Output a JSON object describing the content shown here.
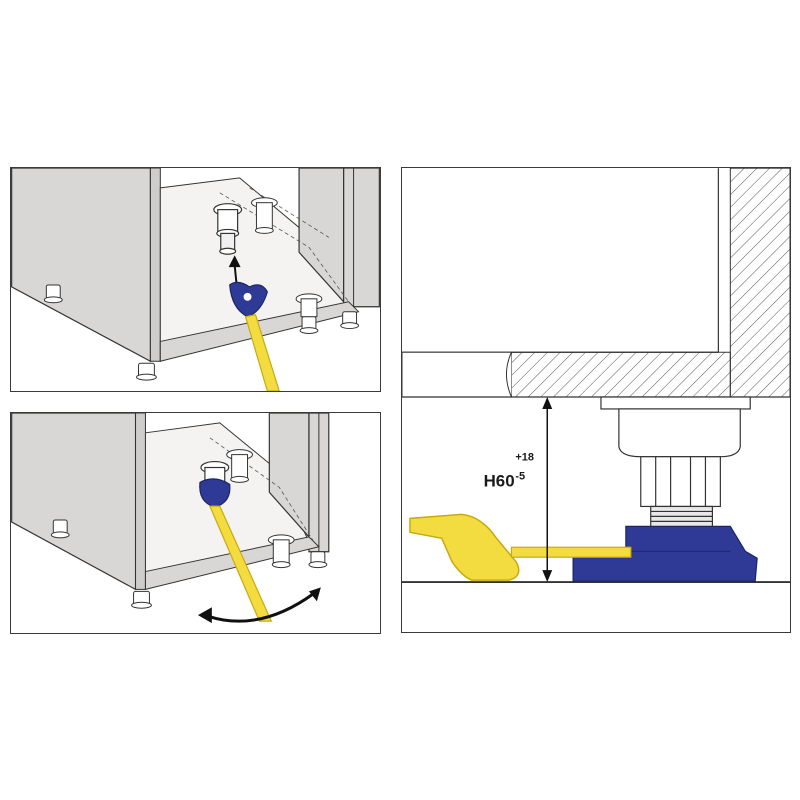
{
  "figure": {
    "dimension": {
      "main": "H60",
      "upper_tolerance": "+18",
      "lower_tolerance": "-5"
    },
    "colors": {
      "tool_yellow": "#f3dc3f",
      "tool_yellow_dark": "#c9a910",
      "adjuster_blue": "#2f3a96",
      "adjuster_blue_dark": "#1c2466",
      "cabinet_gray": "#d9d7d5",
      "line": "#333333"
    },
    "icons": [
      "arrow-up-icon",
      "double-headed-curved-arrow-icon",
      "dimension-arrow-icon"
    ]
  }
}
